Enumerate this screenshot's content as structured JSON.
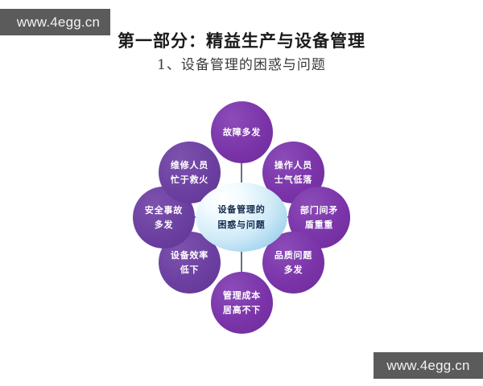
{
  "watermarks": {
    "top_left": "www.4egg.cn",
    "bottom_right": "www.4egg.cn",
    "background_color": "#5b5b5b",
    "text_color": "#f2f2f2"
  },
  "heading": {
    "title": "第一部分：精益生产与设备管理",
    "subtitle": "1、设备管理的困惑与问题"
  },
  "diagram": {
    "type": "radial-hub-and-spoke",
    "center": {
      "label_line1": "设备管理的",
      "label_line2": "困惑与问题",
      "fill_color": "#a7d7ef",
      "text_color": "#13294b"
    },
    "connector_color": "#3f4e63",
    "nodes": [
      {
        "position": "top",
        "label_line1": "故障多发",
        "label_line2": "",
        "color": "#7a33a8"
      },
      {
        "position": "top-right",
        "label_line1": "操作人员",
        "label_line2": "士气低落",
        "color": "#7a33a8"
      },
      {
        "position": "right",
        "label_line1": "部门间矛",
        "label_line2": "盾重重",
        "color": "#7a33a8"
      },
      {
        "position": "bottom-right",
        "label_line1": "品质问题",
        "label_line2": "多发",
        "color": "#7a33a8"
      },
      {
        "position": "bottom",
        "label_line1": "管理成本",
        "label_line2": "居高不下",
        "color": "#7a33a8"
      },
      {
        "position": "bottom-left",
        "label_line1": "设备效率",
        "label_line2": "低下",
        "color": "#6b3fa0"
      },
      {
        "position": "left",
        "label_line1": "安全事故",
        "label_line2": "多发",
        "color": "#6b3fa0"
      },
      {
        "position": "top-left",
        "label_line1": "维修人员",
        "label_line2": "忙于救火",
        "color": "#6b3fa0"
      }
    ]
  }
}
